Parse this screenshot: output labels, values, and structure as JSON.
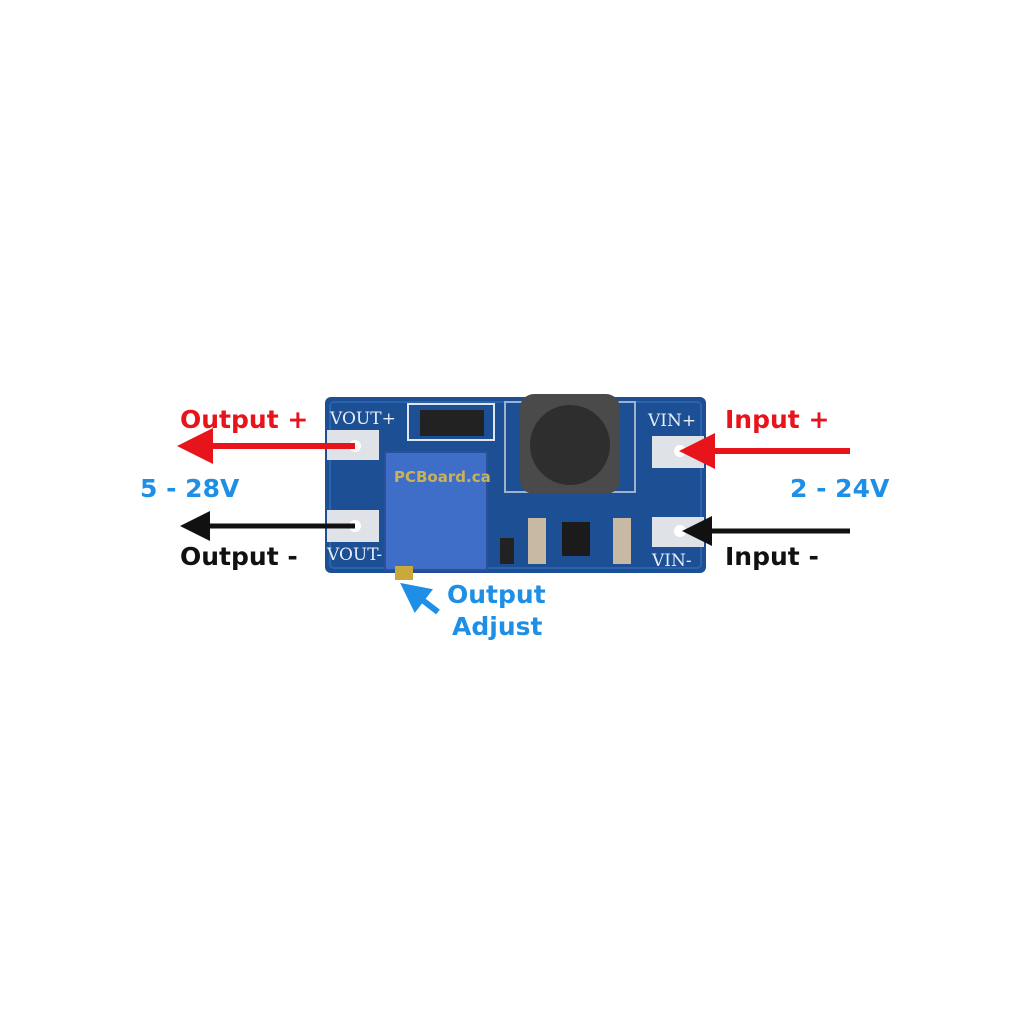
{
  "colors": {
    "positive": "#e8141c",
    "negative": "#111111",
    "voltage": "#1e8fe6",
    "board": "#1c4f94",
    "potentiometer": "#3f6ec8"
  },
  "labels": {
    "output_plus": "Output +",
    "output_range": "5 - 28V",
    "output_minus": "Output -",
    "input_plus": "Input +",
    "input_range": "2 - 24V",
    "input_minus": "Input -",
    "adjust_line1": "Output",
    "adjust_line2": "Adjust"
  },
  "board": {
    "vout_plus": "VOUT+",
    "vout_minus": "VOUT-",
    "vin_plus": "VIN+",
    "vin_minus": "VIN-",
    "watermark": "PCBoard.ca"
  }
}
